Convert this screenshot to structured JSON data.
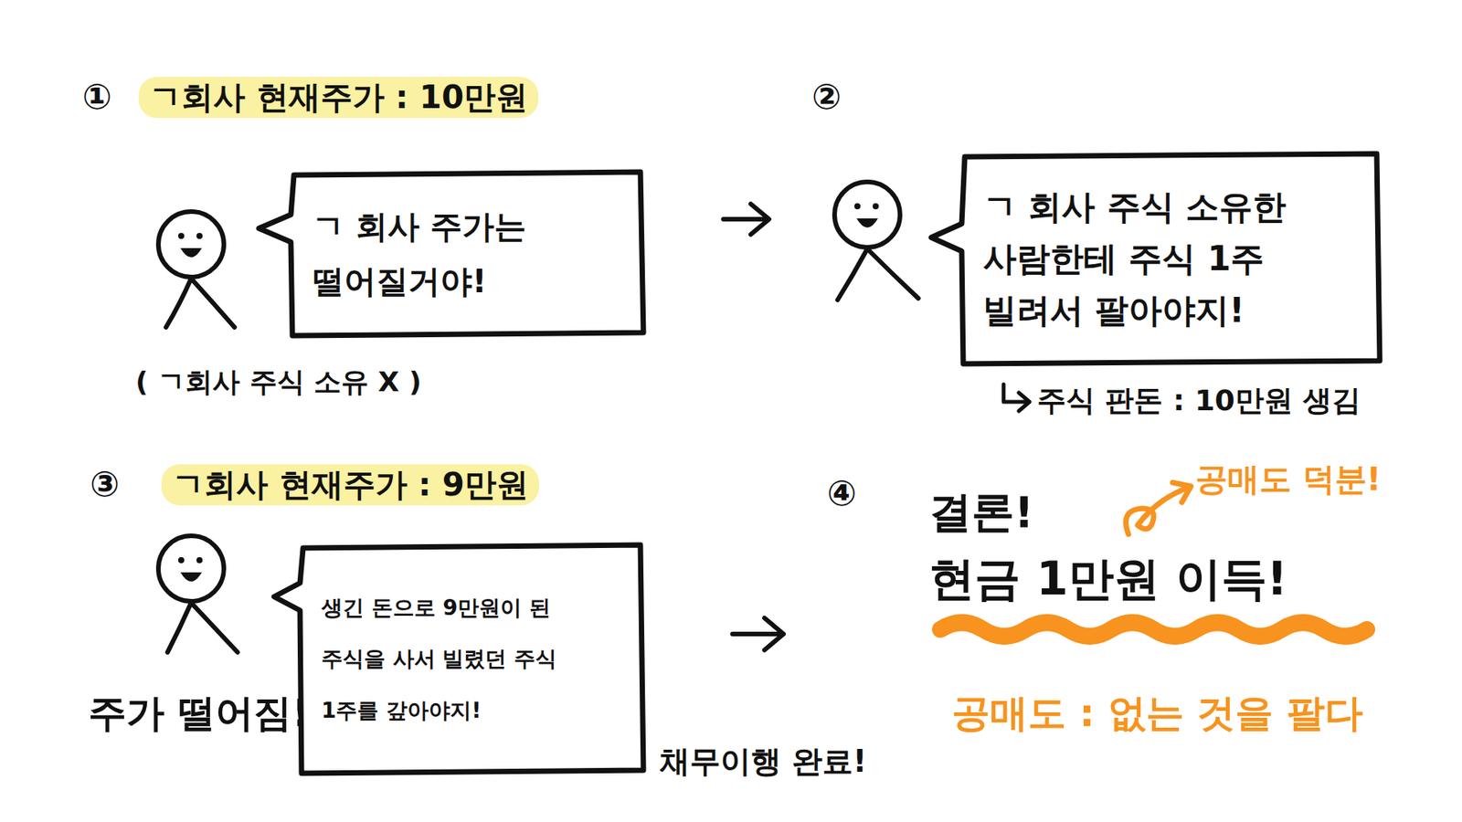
{
  "diagram": {
    "nodes": [
      {
        "text": [
          "ㄱ 회사 주가는 떨어질거야!"
        ]
      },
      {
        "text": [
          "ㄱ 회사 주식 소유한 사람한테 주식 1주 빌려서 팔아야지!"
        ]
      },
      {
        "text": [
          "생긴 돈으로 9만원이 된 주식을 사서 빌렸던 주식 1주를 갚아야지!"
        ]
      }
    ],
    "labels": [
      "①",
      "ㄱ회사 현재주가 : 10만원",
      "( ㄱ회사 주식 소유 X )",
      "②",
      "주식 판돈 : 10만원 생김",
      "③",
      "ㄱ회사 현재주가 : 9만원",
      "주가 떨어짐!",
      "채무이행 완료!",
      "④",
      "결론!",
      "현금 1만원 이득!",
      "공매도 덕분!",
      "공매도 : 없는 것을 팔다"
    ]
  }
}
